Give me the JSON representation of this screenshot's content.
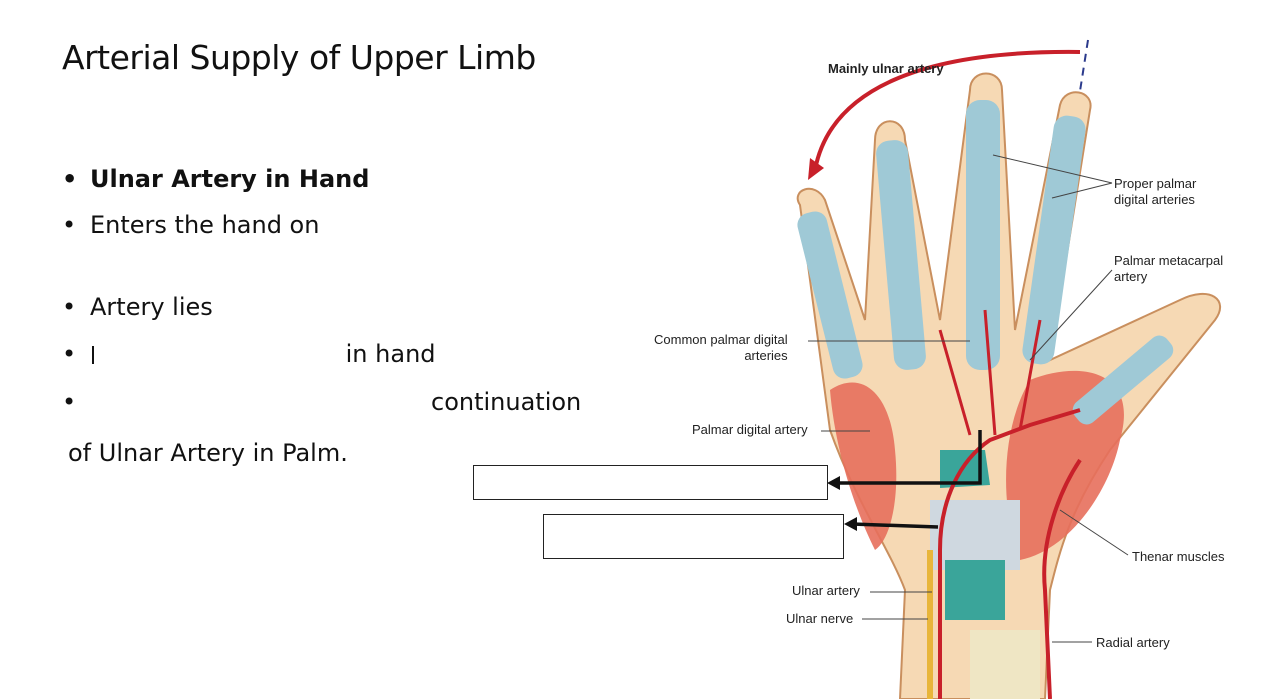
{
  "slide": {
    "title": "Arterial Supply of Upper Limb",
    "bullet_char": "•",
    "bullets": [
      {
        "text": "Ulnar Artery in Hand",
        "bold": true
      },
      {
        "text": "Enters the hand on"
      },
      {
        "text": "Artery lies"
      },
      {
        "text": "in hand"
      },
      {
        "text": "continuation"
      }
    ],
    "continuation_line": "of Ulnar Artery in Palm."
  },
  "figure": {
    "labels": {
      "top_arc": "Mainly ulnar artery",
      "proper_palmar": "Proper palmar\ndigital arteries",
      "palmar_metacarpal": "Palmar metacarpal\nartery",
      "common_palmar": "Common palmar digital\narteries",
      "palmar_digital": "Palmar digital artery",
      "thenar": "Thenar muscles",
      "ulnar_artery": "Ulnar artery",
      "ulnar_nerve": "Ulnar nerve",
      "radial_artery": "Radial artery"
    },
    "colors": {
      "skin": "#f6d9b4",
      "muscle": "#e76f5c",
      "tendon": "#9fc9d6",
      "artery": "#c8202a",
      "aponeurosis": "#3aa59a",
      "nerve": "#e8b53a",
      "bone": "#efe6c4"
    }
  }
}
